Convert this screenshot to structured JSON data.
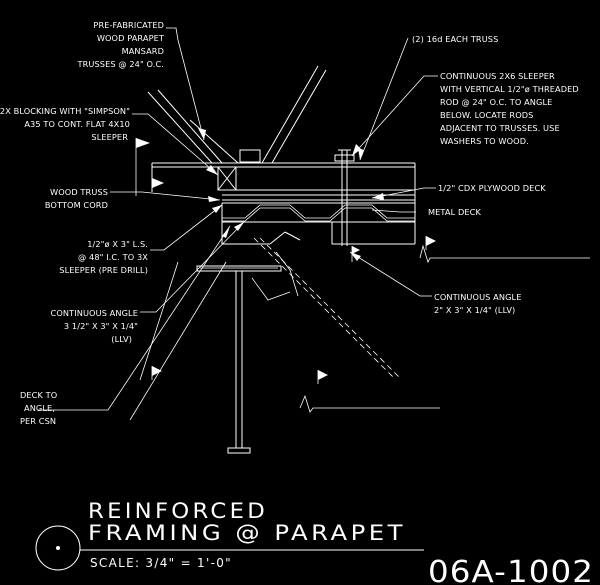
{
  "notes": {
    "pre_fab_line1": "PRE-FABRICATED",
    "pre_fab_line2": "WOOD PARAPET",
    "pre_fab_line3": "MANSARD",
    "pre_fab_line4": "TRUSSES @ 24\" O.C.",
    "blocking_line1": "2X BLOCKING WITH \"SIMPSON\"",
    "blocking_line2": "A35 TO CONT. FLAT 4X10",
    "blocking_line3": "SLEEPER",
    "truss_bottom_line1": "WOOD TRUSS",
    "truss_bottom_line2": "BOTTOM CORD",
    "ls_line1": "1/2\"ø X 3\" L.S.",
    "ls_line2": "@ 48\" I.C. TO 3X",
    "ls_line3": "SLEEPER (PRE DRILL)",
    "angle_left_line1": "CONTINUOUS ANGLE",
    "angle_left_line2": "3 1/2\" X 3\" X 1/4\"",
    "angle_left_line3": "(LLV)",
    "deck_line1": "DECK TO",
    "deck_line2": "ANGLE,",
    "deck_line3": "PER CSN",
    "nails": "(2) 16d EACH TRUSS",
    "sleeper_line1": "CONTINUOUS 2X6 SLEEPER",
    "sleeper_line2": "WITH VERTICAL 1/2\"ø THREADED",
    "sleeper_line3": "ROD @ 24\" O.C. TO ANGLE",
    "sleeper_line4": "BELOW.  LOCATE RODS",
    "sleeper_line5": "ADJACENT TO TRUSSES. USE",
    "sleeper_line6": "WASHERS TO WOOD.",
    "plywood": "1/2\" CDX PLYWOOD DECK",
    "metal_deck": "METAL DECK",
    "angle_right_line1": "CONTINUOUS ANGLE",
    "angle_right_line2": "2\" X 3\" X 1/4\" (LLV)"
  },
  "title": {
    "line1": "REINFORCED",
    "line2": "FRAMING @ PARAPET",
    "scale": "SCALE: 3/4\" = 1'-0\"",
    "detail_number": "06A-1002"
  },
  "colors": {
    "background": "#000000",
    "linework": "#ffffff"
  }
}
